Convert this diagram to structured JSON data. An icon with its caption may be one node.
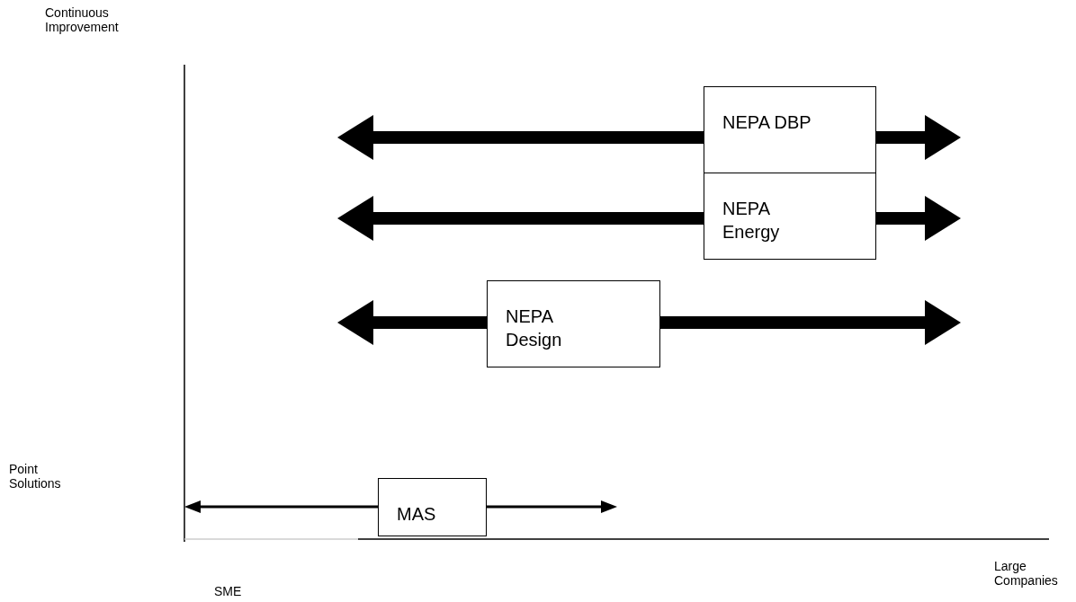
{
  "diagram": {
    "nodes": [
      {
        "text": [
          "NEPA DBP"
        ]
      },
      {
        "text": [
          "NEPA Energy"
        ]
      },
      {
        "text": [
          "NEPA Design"
        ]
      },
      {
        "text": [
          "MAS"
        ]
      }
    ],
    "edges": [
      {
        "from": 0,
        "to": null,
        "arrow": "to"
      },
      {
        "from": 0,
        "to": null,
        "arrow": "to"
      },
      {
        "from": 1,
        "to": null,
        "arrow": "to"
      },
      {
        "from": 1,
        "to": null,
        "arrow": "to"
      },
      {
        "from": 2,
        "to": null,
        "arrow": "to"
      },
      {
        "from": 2,
        "to": null,
        "arrow": "to"
      },
      {
        "from": 3,
        "to": null,
        "arrow": "to"
      },
      {
        "from": 3,
        "to": null,
        "arrow": "to"
      }
    ],
    "labels": [
      "Continuous Improvement",
      "Point Solutions",
      "SME",
      "Large Companies"
    ]
  }
}
